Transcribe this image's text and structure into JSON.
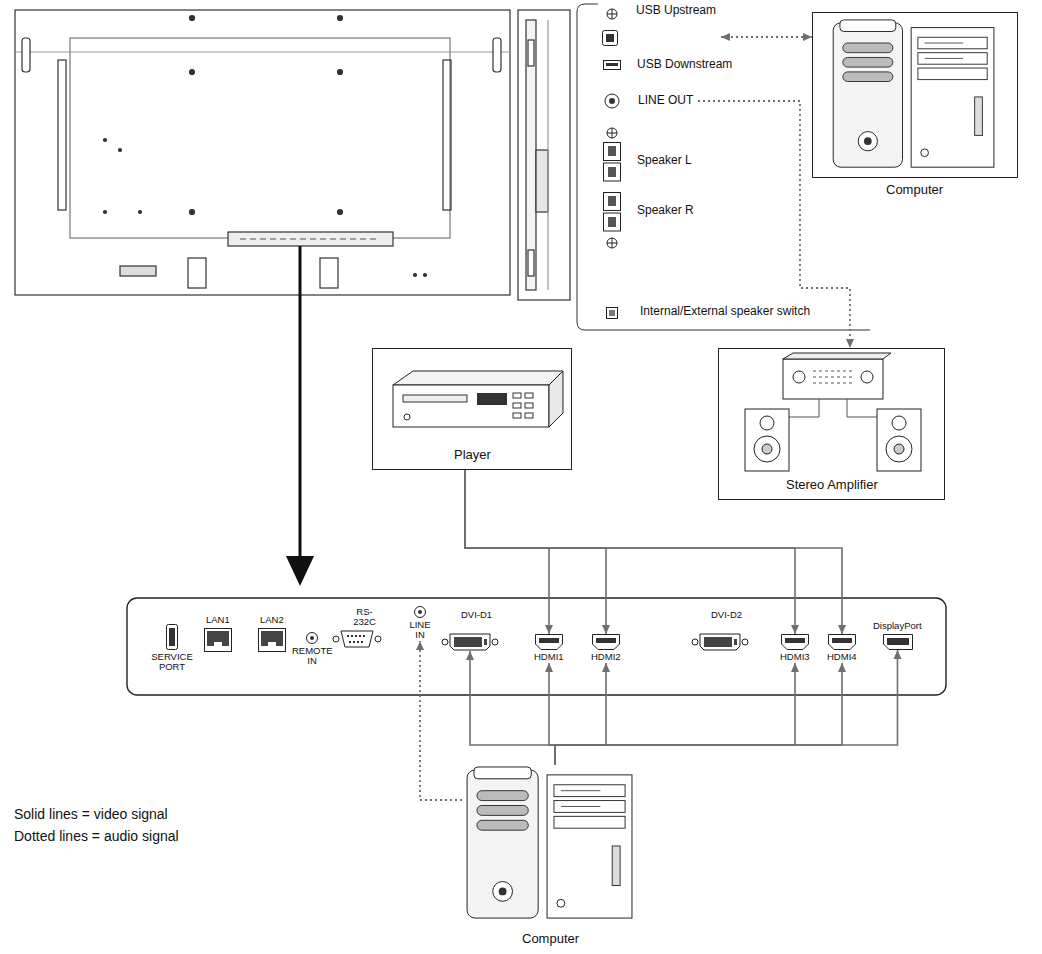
{
  "diagram": {
    "nodes": [
      {
        "text": [
          "USB Upstream"
        ]
      },
      {
        "text": [
          "USB Downstream"
        ]
      },
      {
        "text": [
          "LINE OUT"
        ]
      },
      {
        "text": [
          "Speaker L"
        ]
      },
      {
        "text": [
          "Speaker R"
        ]
      },
      {
        "text": [
          "Internal/External speaker switch"
        ]
      },
      {
        "text": [
          "Computer"
        ]
      },
      {
        "text": [
          "Player"
        ]
      },
      {
        "text": [
          "Stereo Amplifier"
        ]
      },
      {
        "text": [
          "SERVICE PORT"
        ]
      },
      {
        "text": [
          "LAN1"
        ]
      },
      {
        "text": [
          "LAN2"
        ]
      },
      {
        "text": [
          "REMOTE IN"
        ]
      },
      {
        "text": [
          "RS-232C"
        ]
      },
      {
        "text": [
          "LINE IN"
        ]
      },
      {
        "text": [
          "DVI-D1"
        ]
      },
      {
        "text": [
          "HDMI1"
        ]
      },
      {
        "text": [
          "HDMI2"
        ]
      },
      {
        "text": [
          "DVI-D2"
        ]
      },
      {
        "text": [
          "HDMI3"
        ]
      },
      {
        "text": [
          "HDMI4"
        ]
      },
      {
        "text": [
          "DisplayPort"
        ]
      },
      {
        "text": [
          "Computer"
        ]
      }
    ],
    "edges": [
      {
        "from": 0,
        "to": 6,
        "arrow": "both"
      },
      {
        "from": 2,
        "to": 8,
        "arrow": "to"
      },
      {
        "from": 7,
        "to": 16,
        "arrow": "to"
      },
      {
        "from": 7,
        "to": 17,
        "arrow": "to"
      },
      {
        "from": 7,
        "to": 19,
        "arrow": "to"
      },
      {
        "from": 7,
        "to": 20,
        "arrow": "to"
      },
      {
        "from": 22,
        "to": 15,
        "arrow": "to"
      },
      {
        "from": 22,
        "to": 16,
        "arrow": "to"
      },
      {
        "from": 22,
        "to": 17,
        "arrow": "to"
      },
      {
        "from": 22,
        "to": 19,
        "arrow": "to"
      },
      {
        "from": 22,
        "to": 20,
        "arrow": "to"
      },
      {
        "from": 22,
        "to": 21,
        "arrow": "to"
      },
      {
        "from": 22,
        "to": 14,
        "arrow": "to"
      }
    ],
    "legend": [
      {
        "text": "Solid lines = video signal"
      },
      {
        "text": "Dotted lines = audio signal"
      }
    ]
  }
}
